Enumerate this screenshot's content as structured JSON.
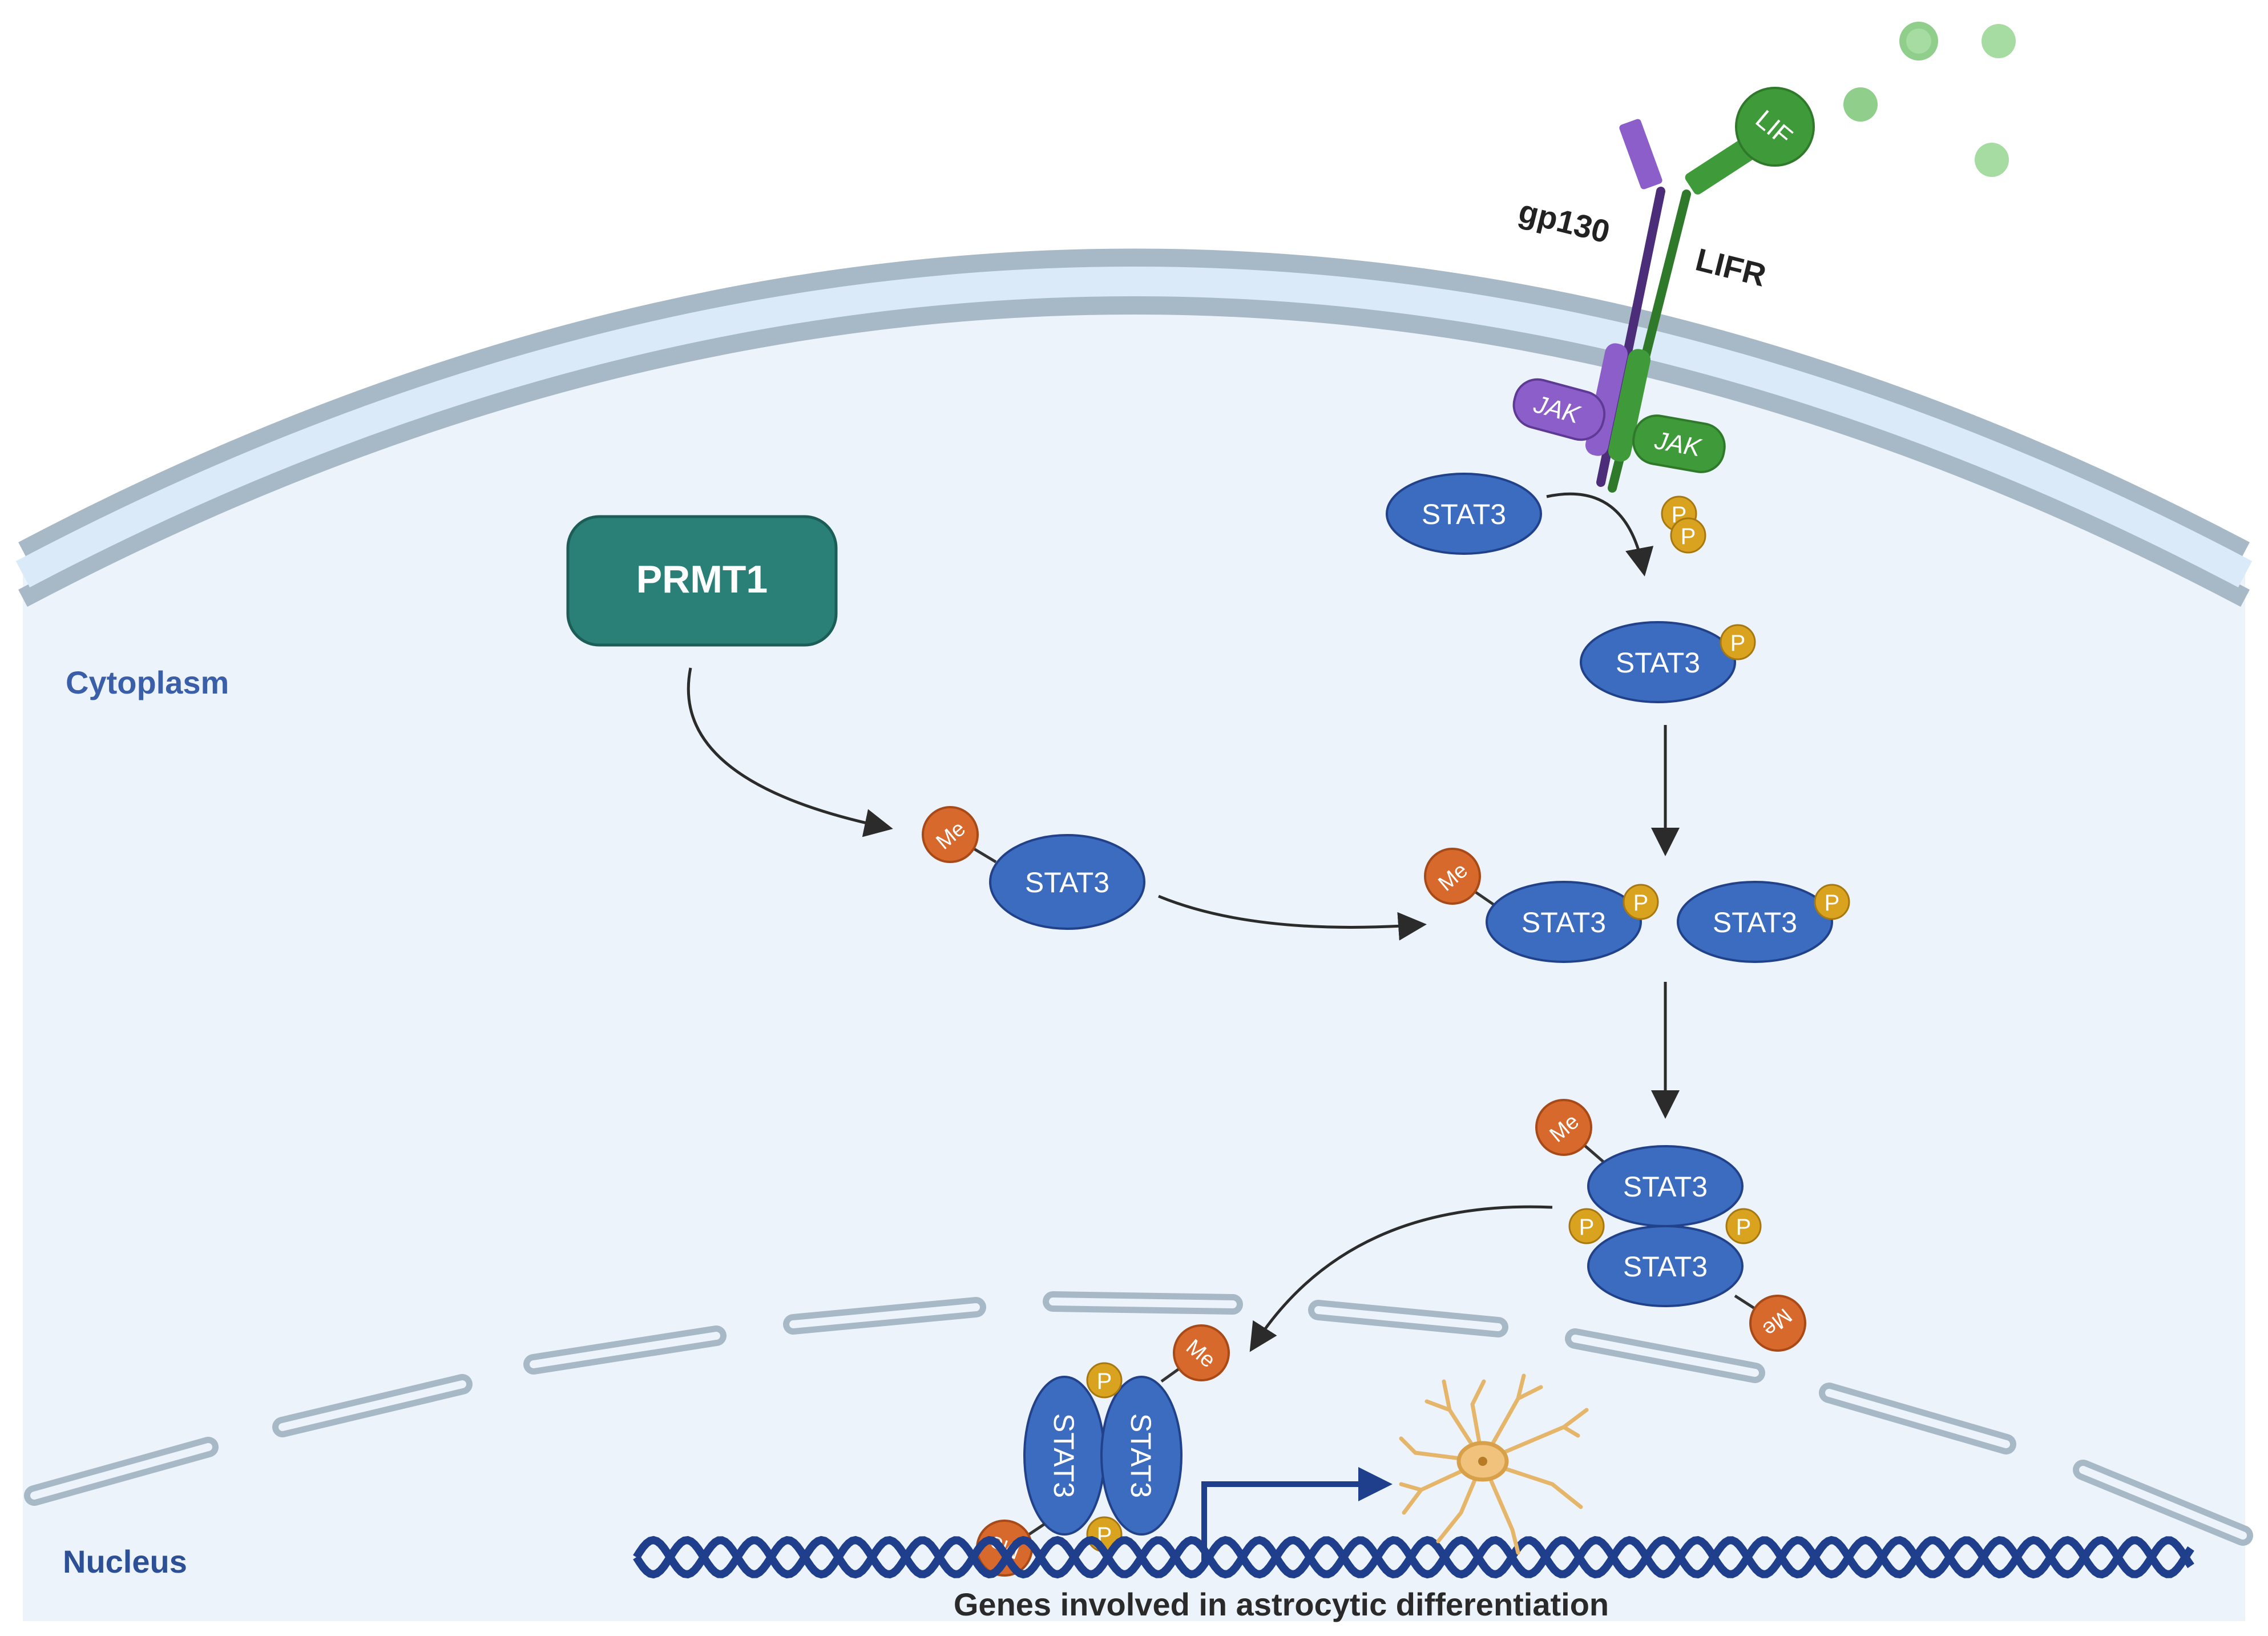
{
  "compartments": {
    "cytoplasm": "Cytoplasm",
    "nucleus": "Nucleus"
  },
  "enzyme": "PRMT1",
  "receptors": {
    "gp130": "gp130",
    "lifr": "LIFR",
    "ligand": "LIF",
    "kinase": "JAK"
  },
  "protein": "STAT3",
  "modifications": {
    "phospho": "P",
    "methyl": "Me"
  },
  "caption": "Genes involved in astrocytic differentiation",
  "colors": {
    "stat3": "#3c6cbf",
    "stat3_stroke": "#21428a",
    "prmt1": "#2a7f77",
    "phospho": "#d9a21f",
    "methyl": "#d7692c",
    "gp130": "#8b5ec9",
    "lifr": "#3f9a3a",
    "dna": "#1f3f8c",
    "membrane": "#a7b8c6",
    "cytoplasm_bg": "#edf3fa"
  }
}
